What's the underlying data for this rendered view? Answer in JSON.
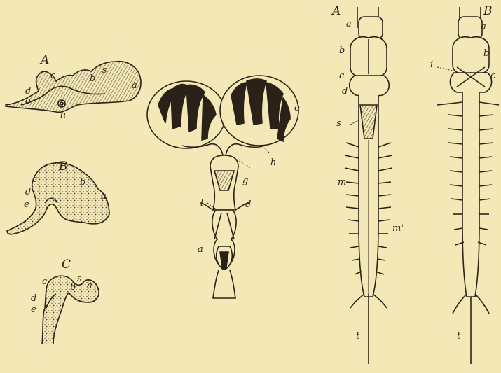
{
  "figure_1": {
    "panel_A": {
      "title": "A",
      "labels": {
        "a": "a",
        "b": "b",
        "c": "c",
        "d": "d",
        "e": "e",
        "h": "h",
        "s": "s"
      }
    },
    "panel_B": {
      "title": "B",
      "labels": {
        "a": "a",
        "b": "b",
        "c": "c",
        "d": "d",
        "e": "e"
      }
    },
    "panel_C": {
      "title": "C",
      "labels": {
        "a": "a",
        "b": "b",
        "c": "c",
        "d": "d",
        "e": "e",
        "s": "s"
      }
    }
  },
  "figure_2": {
    "labels": {
      "o": "o",
      "h": "h",
      "g": "g",
      "l": "l",
      "d": "d",
      "a": "a"
    }
  },
  "figure_3": {
    "panel_A": {
      "title": "A",
      "labels": {
        "a": "a",
        "b": "b",
        "c": "c",
        "d": "d",
        "s": "s",
        "m": "m",
        "m1": "m'",
        "t": "t"
      }
    },
    "panel_B": {
      "title": "B",
      "labels": {
        "a": "a",
        "b": "b",
        "c": "c",
        "i": "i",
        "t": "t"
      }
    }
  },
  "colors": {
    "paper": "#f4e9b6",
    "ink": "#2a2218",
    "shade": "#7d6a4d"
  }
}
